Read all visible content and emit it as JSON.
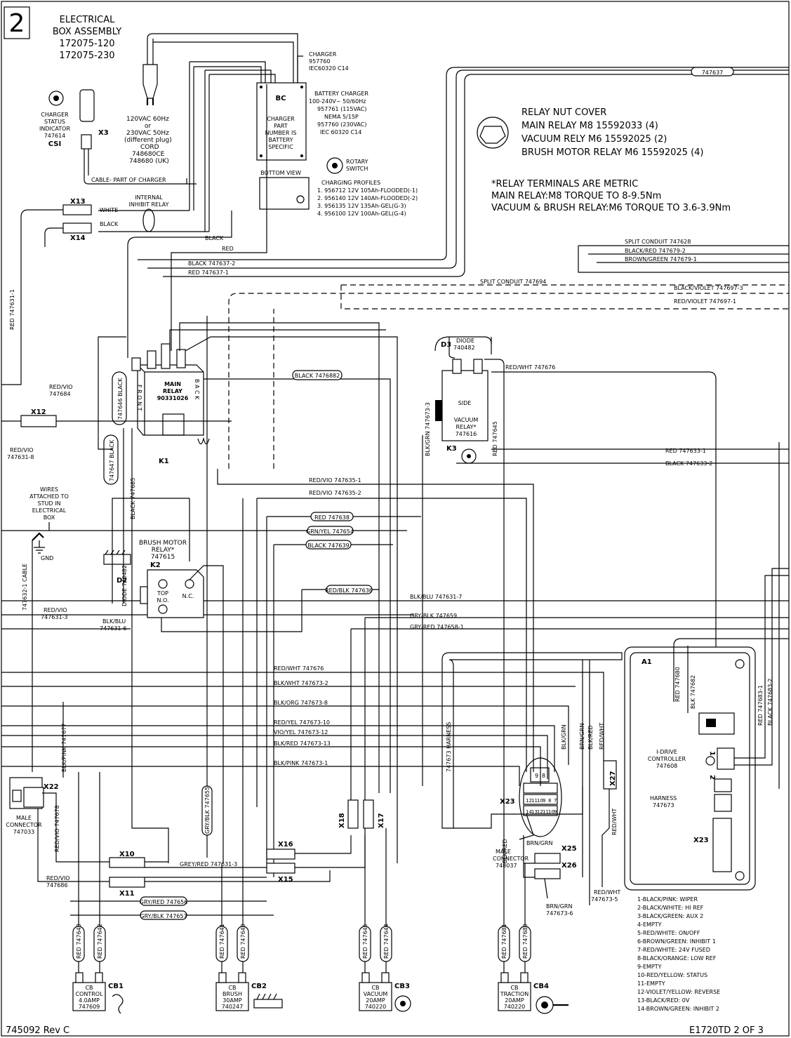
{
  "sheet_number": "2",
  "title": [
    "ELECTRICAL",
    "BOX ASSEMBLY",
    "172075-120",
    "172075-230"
  ],
  "doc_number": "745092  Rev C",
  "page_ref": "E1720TD 2 OF 3",
  "charger": {
    "label": [
      "CHARGER",
      "957760",
      "IEC60320 C14"
    ],
    "code": "BC",
    "body_text": [
      "CHARGER",
      "PART",
      "NUMBER IS",
      "BATTERY",
      "SPECIFIC"
    ],
    "bottom_view": "BOTTOM VIEW",
    "battery_charger": [
      "BATTERY CHARGER",
      "100-240V~ 50/60Hz",
      "957761 (115VAC)",
      "NEMA 5/15P",
      "957760 (230VAC)",
      "IEC 60320 C14"
    ],
    "rotary_switch": [
      "ROTARY",
      "SWITCH"
    ],
    "profiles_title": "CHARGING PROFILES",
    "profiles": [
      "1. 956712 12V 105Ah-FLOODED(-1)",
      "2. 956140 12V 140Ah-FLOODED(-2)",
      "3. 956135 12V 135Ah-GEL(G-3)",
      "4. 956100 12V 100Ah-GEL(G-4)"
    ],
    "cord": [
      "120VAC 60Hz",
      "or",
      "230VAC 50Hz",
      "(different plug)",
      "CORD",
      "748680CE",
      "748680 (UK)"
    ],
    "cable": "CABLE- PART OF CHARGER",
    "indicator": [
      "CHARGER",
      "STATUS",
      "INDICATOR",
      "747614"
    ],
    "csi": "CSI",
    "x3": "X3"
  },
  "relay_cover": {
    "lines": [
      "RELAY NUT COVER",
      "MAIN RELAY M8 15592033 (4)",
      "VACUUM RELY M6 15592025 (2)",
      "BRUSH MOTOR RELAY M6 15592025 (4)"
    ]
  },
  "torque_note": [
    "*RELAY TERMINALS ARE METRIC",
    "MAIN RELAY:M8 TORQUE TO 8-9.5Nm",
    "VACUUM & BRUSH RELAY:M6 TORQUE TO 3.6-3.9Nm"
  ],
  "wire_tags": {
    "top_tag": "747637",
    "split_conduit_1": "SPLIT CONDUIT 747628",
    "blk_red_679_2": "BLACK/RED 747679-2",
    "brn_grn_679_1": "BROWN/GREEN 747679-1",
    "split_conduit_2": "SPLIT CONDUIT 747694",
    "blk_vio_697_3": "BLACK/VIOLET  747697-3",
    "red_vio_697_1": "RED/VIOLET 747697-1",
    "black": "BLACK",
    "red": "RED",
    "black_637_2": "BLACK 747637-2",
    "red_637_1": "RED 747637-1",
    "white": "WHITE",
    "black2": "BLACK",
    "internal_inhibit": [
      "INTERNAL",
      "INHIBIT RELAY"
    ],
    "red_631_1": "RED 747631-1",
    "black_7476882": "BLACK 7476882",
    "red_wht_676": "RED/WHT 747676",
    "red_633_1": "RED 747633-1",
    "black_633_2": "BLACK 747633-2",
    "red_vio_635_1": "RED/VIO 747635-1",
    "red_vio_635_2": "RED/VIO 747635-2",
    "red_638": "RED 747638",
    "grn_yel_654": "GRN/YEL 747654",
    "black_639": "BLACK 747639",
    "red_blk_636": "RED/BLK 747636",
    "blk_blu_631_7": "BLK/BLU 747631-7",
    "gry_blk_659": "GRY/BLK 747659",
    "gry_red_658_1": "GRY/RED 747658-1",
    "red_wht_676b": "RED/WHT 747676",
    "blk_wht_673_2": "BLK/WHT 747673-2",
    "blk_org_673_8": "BLK/ORG 747673-8",
    "red_yel_673_10": "RED/YEL 747673-10",
    "vio_yel_673_12": "VIO/YEL 747673-12",
    "blk_red_673_13": "BLK/RED 747673-13",
    "blk_pink_673_1": "BLK/PINK 747673-1",
    "grey_red_631_3": "GREY/RED 747631-3",
    "gry_red_656": "GRY/RED 747656",
    "gry_blk_657": "GRY/BLK 747657",
    "red_vio_684": [
      "RED/VIO",
      "747684"
    ],
    "red_vio_631_8": [
      "RED/VIO",
      "747631-8"
    ],
    "red_vio_631_3": [
      "RED/VIO",
      "747631-3"
    ],
    "blk_blu_631_6": [
      "BLK/BLU",
      "747631-6"
    ],
    "red_vio_686": [
      "RED/VIO",
      "747686"
    ],
    "red_vio_678": "RED/VIO 747678",
    "cable_632": "747632-1 CABLE",
    "blk_pink_677": "BLK/PINK 747677",
    "gry_blk_655": "GRY/BLK 747655",
    "black_646": "747646 BLACK",
    "black_647": "747647 BLACK",
    "black_685": "BLACK 747685",
    "blk_grn_673_3": "BLK/GRN 747673-3",
    "red_645": "RED 747645",
    "harness_673": "747673 HARNESS",
    "blk_grn": "BLK/GRN",
    "brn_grn": "BRN/GRN",
    "blk_red": "BLK/RED",
    "red_wht": "RED/WHT",
    "blk_red2": "BLK/RED",
    "red_wht2": "RED/WHT",
    "brn_grn_box": "BRN/GRN",
    "brn_grn_673_6": [
      "BRN/GRN",
      "747673-6"
    ],
    "red_wht_673_5": [
      "RED/WHT",
      "747673-5"
    ],
    "red_680": "RED 747680",
    "blk_682": "BLK 747682",
    "red_683_1": "RED 747683-1",
    "black_683_2": "BLACK 747683-2",
    "red_643": "RED 747643",
    "red_642": "RED 747642",
    "red_641": "RED 747641",
    "red_640": "RED 747640",
    "red_645b": "RED 747645",
    "red_644": "RED 747644",
    "red_681": "RED 747681",
    "red_680b": "RED 747680"
  },
  "connectors": {
    "x12": "X12",
    "x13": "X13",
    "x14": "X14",
    "x22": "X22",
    "x10": "X10",
    "x11": "X11",
    "x15": "X15",
    "x16": "X16",
    "x17": "X17",
    "x18": "X18",
    "x23a": "X23",
    "x23b": "X23",
    "x25": "X25",
    "x26": "X26",
    "x27": "X27",
    "male_conn_1": [
      "MALE",
      "CONNECTOR",
      "747033"
    ],
    "male_conn_2": [
      "MALE",
      "CONNECTOR",
      "748037"
    ],
    "pins_top": [
      "9",
      "8"
    ],
    "pins_row2": [
      "12",
      "11",
      "10",
      "9",
      "8",
      "7"
    ],
    "pins_row3": [
      "14",
      "13",
      "12",
      "11",
      "10",
      "9"
    ]
  },
  "main_relay": {
    "text": [
      "MAIN",
      "RELAY",
      "90331026"
    ],
    "front": "F R O N T",
    "back": "B A C K",
    "k1": "K1"
  },
  "vacuum_relay": {
    "d3": "D3",
    "diode": [
      "DIODE",
      "740482"
    ],
    "side": "SIDE",
    "text": [
      "VACUUM",
      "RELAY*",
      "747616"
    ],
    "k3": "K3"
  },
  "brush_relay": {
    "title": [
      "BRUSH MOTOR",
      "RELAY*",
      "747615"
    ],
    "k2": "K2",
    "d2": "D2",
    "diode": "DIODE 740482",
    "top": [
      "TOP",
      "N.O."
    ],
    "nc": "N.C."
  },
  "ground": {
    "text": [
      "WIRES",
      "ATTACHED TO",
      "STUD IN",
      "ELECTRICAL",
      "BOX"
    ],
    "gnd": "GND"
  },
  "controller": {
    "a1": "A1",
    "text": [
      "I-DRIVE",
      "CONTROLLER",
      "747608"
    ],
    "harness": [
      "HARNESS",
      "747673"
    ],
    "n1": "1",
    "n2": "2"
  },
  "pin_legend": [
    "1-BLACK/PINK: WIPER",
    "2-BLACK/WHITE: HI REF",
    "3-BLACK/GREEN: AUX 2",
    "4-EMPTY",
    "5-RED/WHITE: ON/OFF",
    "6-BROWN/GREEN: INHIBIT 1",
    "7-RED/WHITE: 24V FUSED",
    "8-BLACK/ORANGE: LOW REF",
    "9-EMPTY",
    "10-RED/YELLOW: STATUS",
    "11-EMPTY",
    "12-VIOLET/YELLOW: REVERSE",
    "13-BLACK/RED: 0V",
    "14-BROWN/GREEN: INHIBIT 2"
  ],
  "breakers": [
    {
      "id": "CB1",
      "text": [
        "CB",
        "CONTROL",
        "4.0AMP",
        "747609"
      ]
    },
    {
      "id": "CB2",
      "text": [
        "CB",
        "BRUSH",
        "30AMP",
        "740247"
      ]
    },
    {
      "id": "CB3",
      "text": [
        "CB",
        "VACUUM",
        "20AMP",
        "740220"
      ]
    },
    {
      "id": "CB4",
      "text": [
        "CB",
        "TRACTION",
        "20AMP",
        "740220"
      ]
    }
  ]
}
